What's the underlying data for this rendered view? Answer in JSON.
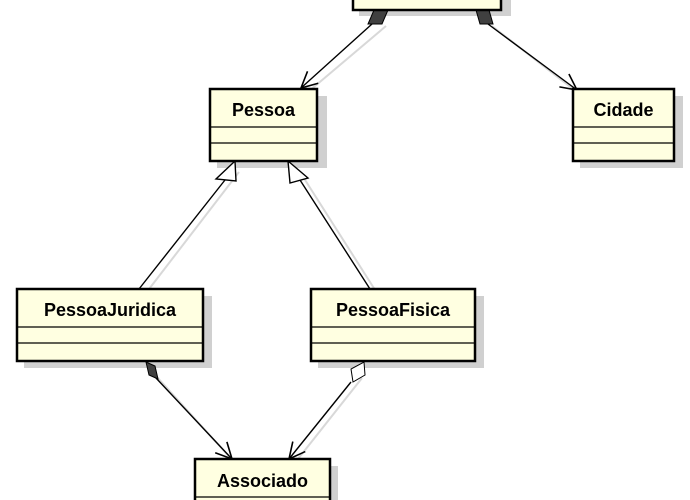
{
  "colors": {
    "class_fill": "#ffffe1",
    "class_stroke": "#000000",
    "shadow": "#d0d0d0",
    "line": "#000000",
    "composition_fill": "#404040"
  },
  "classes": [
    {
      "id": "top",
      "name": ""
    },
    {
      "id": "pessoa",
      "name": "Pessoa"
    },
    {
      "id": "cidade",
      "name": "Cidade"
    },
    {
      "id": "pessoa-juridica",
      "name": "PessoaJuridica"
    },
    {
      "id": "pessoa-fisica",
      "name": "PessoaFisica"
    },
    {
      "id": "associado",
      "name": "Associado"
    }
  ],
  "relations": [
    {
      "from": "top",
      "to": "pessoa",
      "type": "composition"
    },
    {
      "from": "top",
      "to": "cidade",
      "type": "composition"
    },
    {
      "from": "pessoa-juridica",
      "to": "pessoa",
      "type": "generalization"
    },
    {
      "from": "pessoa-fisica",
      "to": "pessoa",
      "type": "generalization"
    },
    {
      "from": "pessoa-juridica",
      "to": "associado",
      "type": "composition"
    },
    {
      "from": "pessoa-fisica",
      "to": "associado",
      "type": "aggregation"
    }
  ]
}
